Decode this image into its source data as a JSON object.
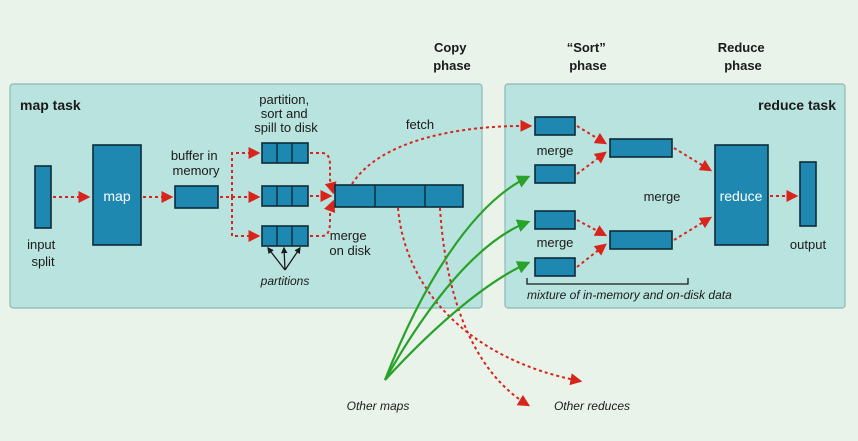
{
  "phases": {
    "copy": [
      "Copy",
      "phase"
    ],
    "sort": [
      "“Sort”",
      "phase"
    ],
    "reduce": [
      "Reduce",
      "phase"
    ]
  },
  "map_task": {
    "title": "map task",
    "input_split": [
      "input",
      "split"
    ],
    "map": "map",
    "buffer": [
      "buffer in",
      "memory"
    ],
    "partition": [
      "partition,",
      "sort and",
      "spill to disk"
    ],
    "merge_on_disk": [
      "merge",
      "on disk"
    ],
    "partitions": "partitions",
    "fetch": "fetch"
  },
  "reduce_task": {
    "title": "reduce task",
    "merge_top": "merge",
    "merge_bottom": "merge",
    "merge_middle": "merge",
    "reduce": "reduce",
    "output": "output",
    "mixture": "mixture of in-memory and on-disk data"
  },
  "external": {
    "other_maps": "Other maps",
    "other_reduces": "Other reduces"
  },
  "colors": {
    "box": "#1e88b0",
    "task_bg": "#b9e3df",
    "red_arrow": "#d9241c",
    "green_arrow": "#2aa22a",
    "background": "#eaf3ea"
  }
}
